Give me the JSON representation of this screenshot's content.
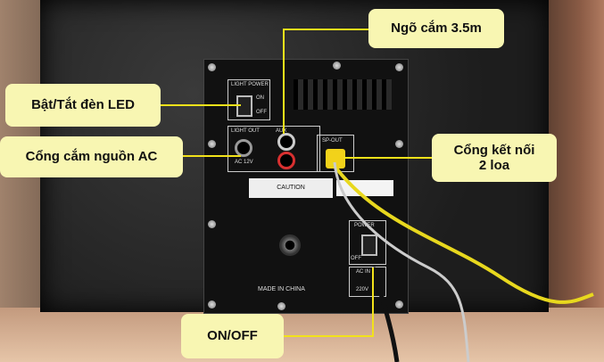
{
  "callouts": {
    "jack_35": "Ngõ cắm 3.5m",
    "led_toggle": "Bật/Tắt đèn LED",
    "ac_port": "Cổng cắm nguồn AC",
    "speaker_port_line1": "Cổng kết nối",
    "speaker_port_line2": "2 loa",
    "onoff": "ON/OFF"
  },
  "panel": {
    "light_power": "LIGHT POWER",
    "light_out": "LIGHT OUT",
    "aux": "AUX",
    "sp_out": "SP-OUT",
    "ac_12v": "AC 12V",
    "on": "ON",
    "off": "OFF",
    "caution": "CAUTION",
    "power": "POWER",
    "ac_in": "AC IN",
    "made_in": "MADE IN CHINA",
    "voltage": "220V"
  },
  "colors": {
    "callout_bg": "#f8f6b2",
    "leader_line": "#f2e21a",
    "cable_yellow": "#e8d81e"
  }
}
